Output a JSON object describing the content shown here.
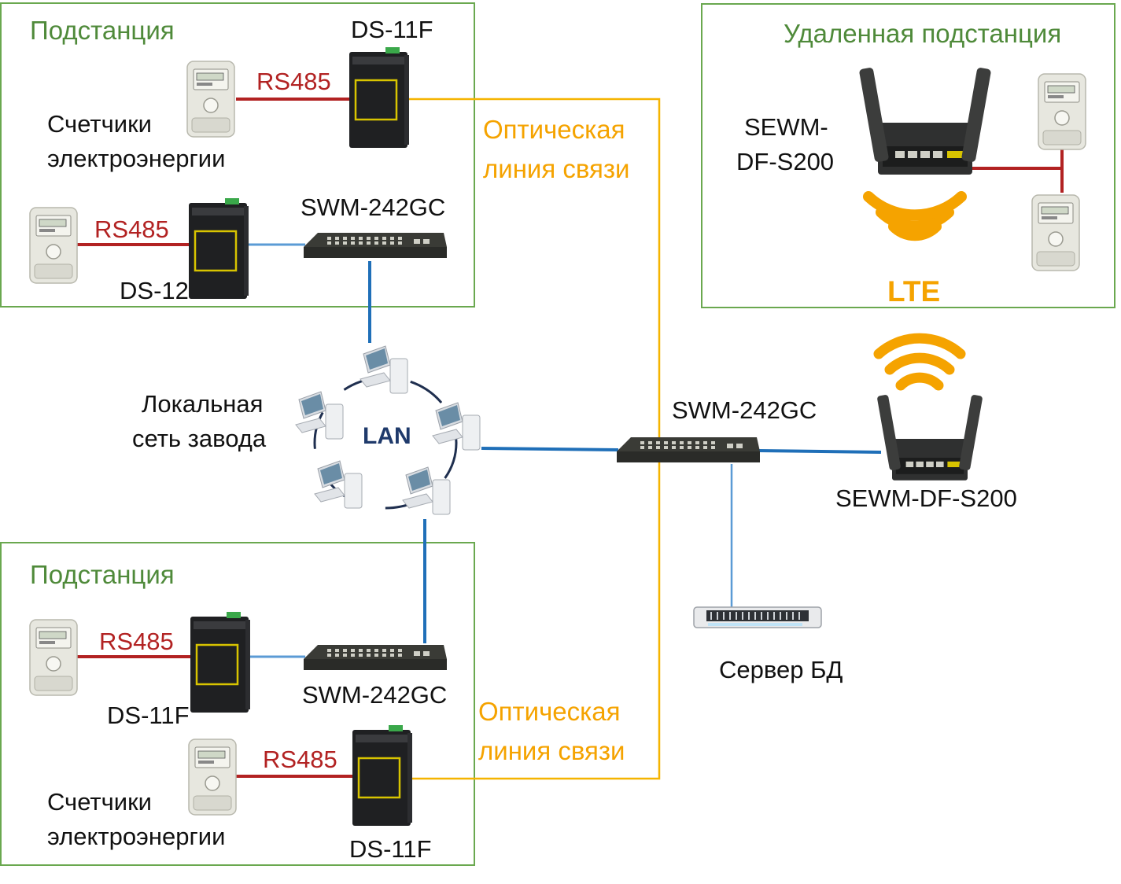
{
  "substation_top": {
    "title": "Подстанция",
    "ds11f_label": "DS-11F",
    "rs485_top": "RS485",
    "meters_label_1": "Счетчики",
    "meters_label_2": "электроэнергии",
    "rs485_bottom": "RS485",
    "ds12_label": "DS-12",
    "switch_label": "SWM-242GC"
  },
  "optic_top": {
    "line1": "Оптическая",
    "line2": "линия связи"
  },
  "remote": {
    "title": "Удаленная подстанция",
    "router_label_1": "SEWM-",
    "router_label_2": "DF-S200",
    "lte": "LTE"
  },
  "lan": {
    "label_1": "Локальная",
    "label_2": "сеть завода",
    "center": "LAN"
  },
  "core": {
    "switch_label": "SWM-242GC",
    "router_label": "SEWM-DF-S200",
    "server_label": "Сервер БД"
  },
  "substation_bottom": {
    "title": "Подстанция",
    "rs485_top": "RS485",
    "ds11f_label_a": "DS-11F",
    "switch_label": "SWM-242GC",
    "rs485_bottom": "RS485",
    "meters_label_1": "Счетчики",
    "meters_label_2": "электроэнергии",
    "ds11f_label_b": "DS-11F"
  },
  "optic_bottom": {
    "line1": "Оптическая",
    "line2": "линия связи"
  },
  "colors": {
    "box_border": "#6aa84f",
    "rs485": "#b22222",
    "optical": "#f5b400",
    "ethernet": "#3a7ec2",
    "lte": "#f5a300"
  }
}
